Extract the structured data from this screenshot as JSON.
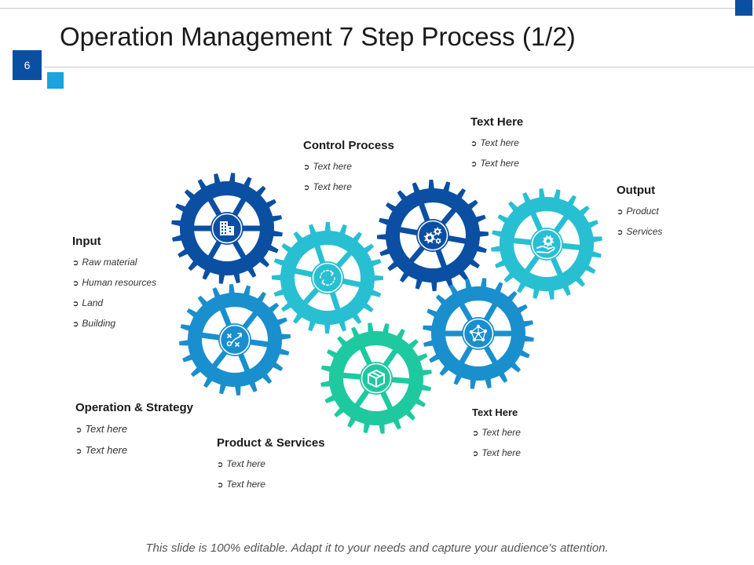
{
  "slide": {
    "title": "Operation Management 7 Step Process (1/2)",
    "number": "6",
    "footer": "This slide is 100% editable. Adapt it to your needs and capture your audience's attention."
  },
  "blocks": {
    "input": {
      "title": "Input",
      "items": [
        "Raw material",
        "Human resources",
        "Land",
        "Building"
      ]
    },
    "control": {
      "title": "Control Process",
      "items": [
        "Text here",
        "Text here"
      ]
    },
    "text_top": {
      "title": "Text Here",
      "items": [
        "Text here",
        "Text here"
      ]
    },
    "output": {
      "title": "Output",
      "items": [
        "Product",
        "Services"
      ]
    },
    "strategy": {
      "title": "Operation & Strategy",
      "items": [
        "Text here",
        "Text here"
      ]
    },
    "product": {
      "title": "Product & Services",
      "items": [
        "Text here",
        "Text here"
      ]
    },
    "text_bottom": {
      "title": "Text Here",
      "items": [
        "Text here",
        "Text here"
      ]
    }
  },
  "gears": [
    {
      "name": "gear-input",
      "color": "#0b4fa3",
      "icon": "building-icon"
    },
    {
      "name": "gear-strategy",
      "color": "#1a8fce",
      "icon": "strategy-icon"
    },
    {
      "name": "gear-control",
      "color": "#28bfd3",
      "icon": "refresh-icon"
    },
    {
      "name": "gear-product",
      "color": "#1fc9a0",
      "icon": "box-icon"
    },
    {
      "name": "gear-text-top",
      "color": "#0b4fa3",
      "icon": "gears-icon"
    },
    {
      "name": "gear-text-bottom",
      "color": "#1a8fce",
      "icon": "network-icon"
    },
    {
      "name": "gear-output",
      "color": "#28bfd3",
      "icon": "hand-gear-icon"
    }
  ],
  "bullet_icon": "circled-arrow-icon"
}
